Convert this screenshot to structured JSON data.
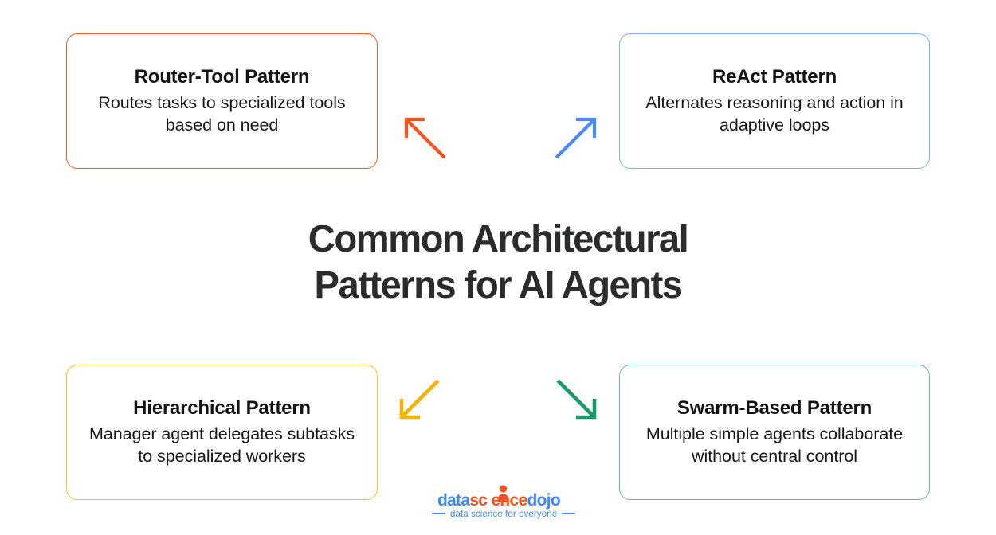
{
  "heading": {
    "line1": "Common Architectural",
    "line2": "Patterns for AI Agents"
  },
  "cards": [
    {
      "id": "router",
      "title": "Router-Tool Pattern",
      "desc": "Routes tasks to specialized tools based on need",
      "border_color": "#f05a22",
      "position": "top-left"
    },
    {
      "id": "react",
      "title": "ReAct Pattern",
      "desc": "Alternates reasoning and action in adaptive loops",
      "border_color": "#7fadf3",
      "position": "top-right"
    },
    {
      "id": "hierarchical",
      "title": "Hierarchical Pattern",
      "desc": "Manager agent delegates subtasks to specialized workers",
      "border_color": "#f5c522",
      "position": "bottom-left"
    },
    {
      "id": "swarm",
      "title": "Swarm-Based Pattern",
      "desc": "Multiple simple agents collaborate without central control",
      "border_color": "#5cbf93",
      "position": "bottom-right"
    }
  ],
  "arrows": [
    {
      "id": "arrow-up-left",
      "icon": "arrow-up-left-icon",
      "color": "#f4511e",
      "points_to": "router"
    },
    {
      "id": "arrow-up-right",
      "icon": "arrow-up-right-icon",
      "color": "#4a8af4",
      "points_to": "react"
    },
    {
      "id": "arrow-down-left",
      "icon": "arrow-down-left-icon",
      "color": "#f4b400",
      "points_to": "hierarchical"
    },
    {
      "id": "arrow-down-right",
      "icon": "arrow-down-right-icon",
      "color": "#169b62",
      "points_to": "swarm"
    }
  ],
  "logo": {
    "part1": "data",
    "part2": "sc",
    "part3": "ence",
    "part4": "dojo",
    "tagline": "data science for everyone",
    "blue": "#4285f4",
    "orange": "#f4531f",
    "person_icon": "person-icon"
  }
}
